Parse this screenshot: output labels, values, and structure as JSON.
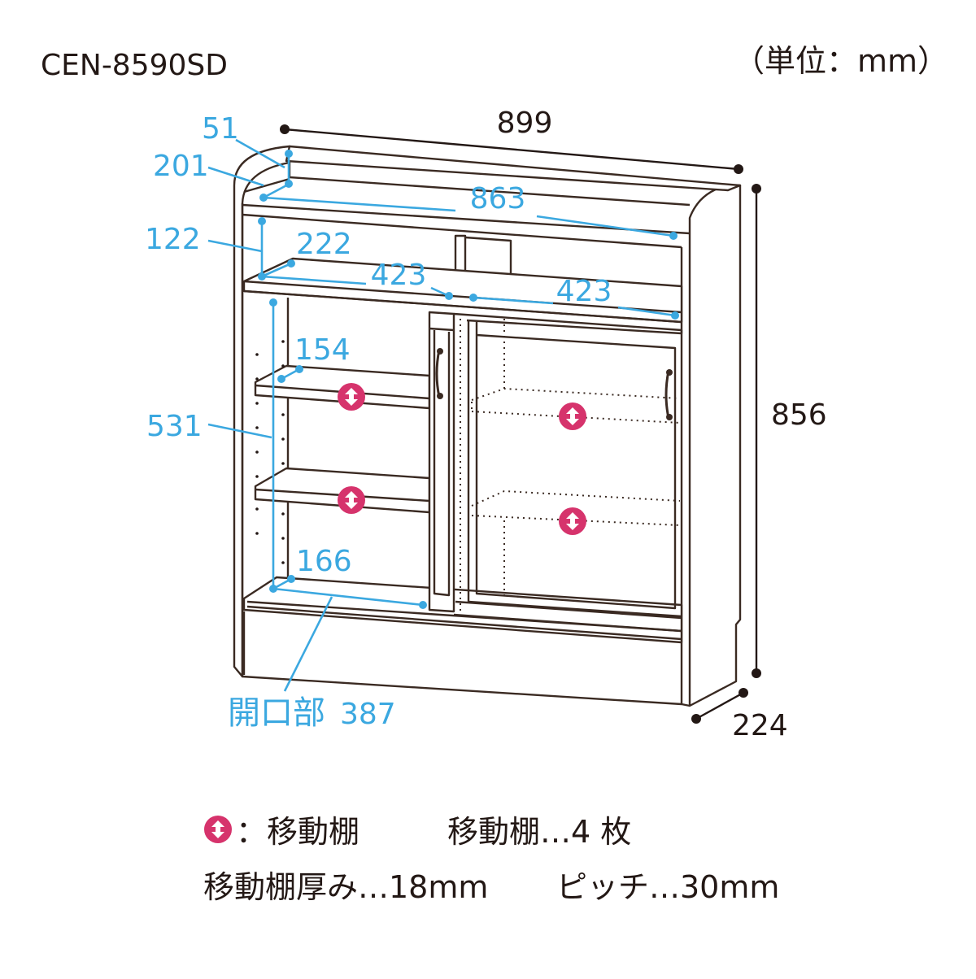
{
  "header": {
    "model": "CEN-8590SD",
    "unit_note": "（単位：mm）"
  },
  "dimensions": {
    "width_total": "899",
    "height_total": "856",
    "depth_total": "224",
    "top_height": "51",
    "top_depth": "201",
    "top_inner_width": "863",
    "upper_height": "122",
    "upper_depth": "222",
    "upper_left_width": "423",
    "upper_right_width": "423",
    "shelf_height": "531",
    "shelf_depth": "154",
    "bottom_depth": "166",
    "opening_label": "開口部",
    "opening_value": "387"
  },
  "legend": {
    "movable_shelf_label": "：移動棚",
    "shelf_count": "移動棚…4 枚",
    "shelf_thickness": "移動棚厚み…18mm",
    "pitch": "ピッチ…30mm"
  },
  "colors": {
    "dimension_blue": "#3ba8e0",
    "marker_pink": "#d6336c",
    "line": "#3a2a22"
  }
}
